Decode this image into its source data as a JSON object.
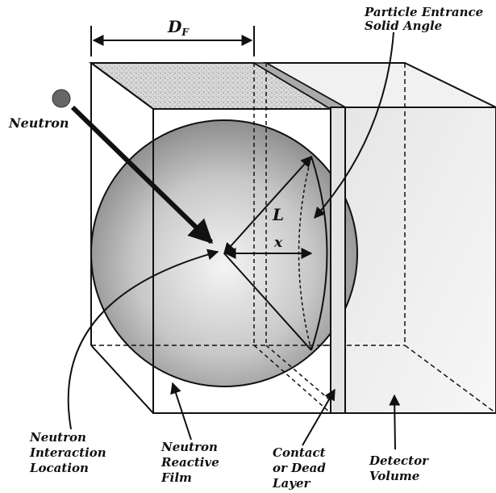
{
  "labels": {
    "dimension": {
      "main": "D",
      "sub": "F"
    },
    "particle_entrance": [
      "Particle Entrance",
      "Solid Angle"
    ],
    "neutron": "Neutron",
    "range": "L",
    "distance": "x",
    "interaction_location": [
      "Neutron",
      "Interaction",
      "Location"
    ],
    "reactive_film": [
      "Neutron",
      "Reactive",
      "Film"
    ],
    "dead_layer": [
      "Contact",
      "or Dead",
      "Layer"
    ],
    "detector_volume": [
      "Detector",
      "Volume"
    ]
  },
  "colors": {
    "stroke": "#111111",
    "detector_fill": "#eeeeee",
    "sphere_light": "#f4f4f4",
    "sphere_dark": "#777777",
    "particle": "#666666"
  }
}
